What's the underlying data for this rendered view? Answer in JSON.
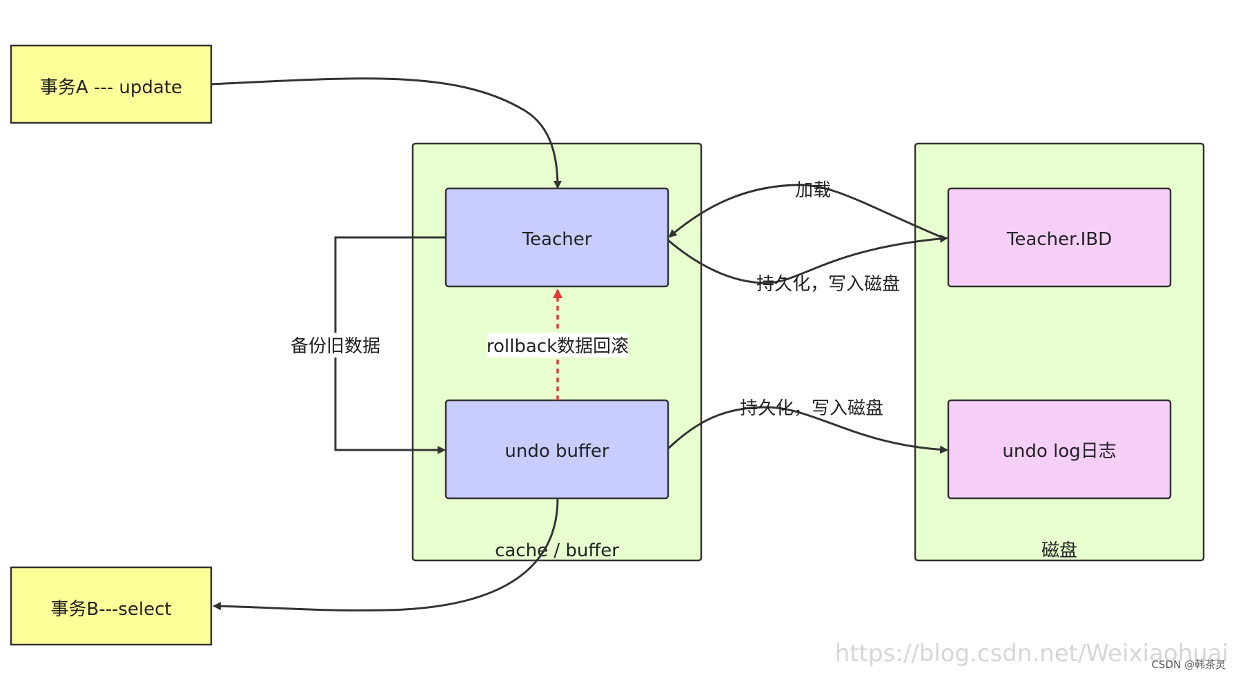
{
  "nodes": {
    "txn_a": "事务A --- update",
    "txn_b": "事务B---select",
    "teacher": "Teacher",
    "undo_buffer": "undo buffer",
    "teacher_ibd": "Teacher.IBD",
    "undo_log": "undo log日志"
  },
  "containers": {
    "cache_buffer": "cache / buffer",
    "disk": "磁盘"
  },
  "edges": {
    "load": "加载",
    "persist_teacher": "持久化，写入磁盘",
    "persist_undo": "持久化，写入磁盘",
    "backup": "备份旧数据",
    "rollback": "rollback数据回滚"
  },
  "watermarks": {
    "url": "https://blog.csdn.net/Weixiaohuai",
    "credit": "CSDN @韩茶灵"
  },
  "colors": {
    "transaction_fill": "#ffff99",
    "container_fill": "#e8ffd0",
    "buffer_node_fill": "#c8ccff",
    "disk_node_fill": "#f5cff8",
    "stroke": "#333333",
    "rollback_arrow": "#e53935"
  }
}
